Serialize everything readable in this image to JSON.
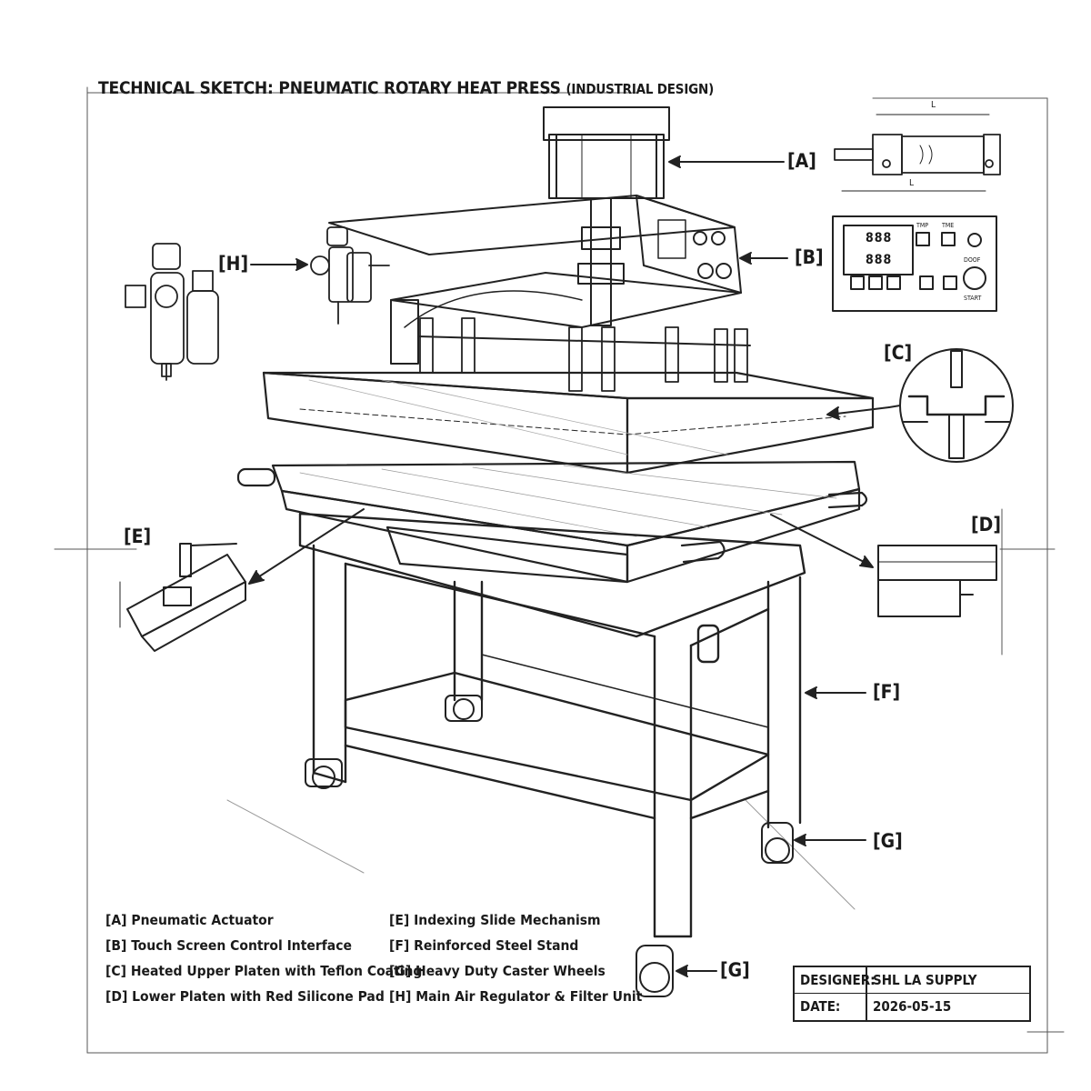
{
  "title": {
    "main": "TECHNICAL SKETCH: PNEUMATIC ROTARY HEAT PRESS",
    "sub": "(INDUSTRIAL DESIGN)"
  },
  "callouts": {
    "A": "[A]",
    "B": "[B]",
    "C": "[C]",
    "D": "[D]",
    "E": "[E]",
    "F": "[F]",
    "G1": "[G]",
    "G2": "[G]",
    "H": "[H]"
  },
  "legend": {
    "left": [
      "[A] Pneumatic Actuator",
      "[B] Touch Screen Control Interface",
      "[C] Heated Upper Platen with Teflon Coating",
      "[D] Lower Platen with Red Silicone Pad"
    ],
    "right": [
      "[E] Indexing Slide Mechanism",
      "[F] Reinforced Steel Stand",
      "[G] Heavy Duty Caster Wheels",
      "[H] Main Air Regulator & Filter Unit"
    ]
  },
  "panel_detail": {
    "display_top": "888",
    "display_bottom": "888",
    "label_temp": "TMP",
    "label_time": "TME",
    "label_power": "DOOF",
    "label_start": "START"
  },
  "actuator_detail": {
    "dim_top": "L",
    "dim_bottom": "L"
  },
  "title_block": {
    "designer_label": "DESIGNER:",
    "designer_value": "SHL LA SUPPLY",
    "date_label": "DATE:",
    "date_value": "2026-05-15"
  }
}
